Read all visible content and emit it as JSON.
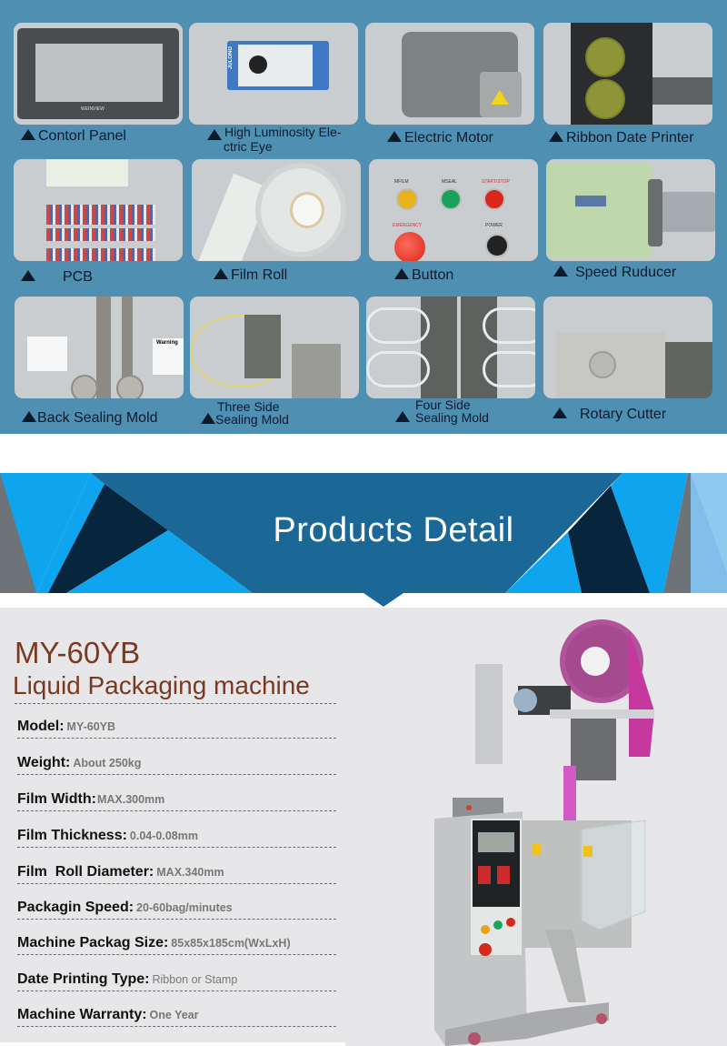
{
  "parts_section": {
    "background": "#4f8fb2",
    "items": [
      {
        "id": "control-panel",
        "caption": "Contorl Panel",
        "photo_text": "WEINVIEW"
      },
      {
        "id": "electric-eye",
        "caption_line1": "High Luminosity Ele-",
        "caption_line2": "ctric Eye",
        "photo_text": "JULONG"
      },
      {
        "id": "electric-motor",
        "caption": "Electric Motor"
      },
      {
        "id": "ribbon-date-printer",
        "caption": "Ribbon Date Printer"
      },
      {
        "id": "pcb",
        "caption": "PCB"
      },
      {
        "id": "film-roll",
        "caption": "Film Roll"
      },
      {
        "id": "button",
        "caption": "Button",
        "photo_labels": {
          "mfilm": "MFILM",
          "mseal": "MSEAL",
          "startstop": "START/STOP",
          "emergency": "EMERGENCY",
          "power": "POWER"
        }
      },
      {
        "id": "speed-reducer",
        "caption": "Speed Ruducer"
      },
      {
        "id": "back-sealing-mold",
        "caption": "Back Sealing Mold",
        "photo_text": "Warning"
      },
      {
        "id": "three-side-sealing-mold",
        "caption_line1": "Three Side",
        "caption_line2": "Sealing Mold"
      },
      {
        "id": "four-side-sealing-mold",
        "caption_line1": "Four Side",
        "caption_line2": "Sealing Mold"
      },
      {
        "id": "rotary-cutter",
        "caption": "Rotary Cutter"
      }
    ]
  },
  "banner": {
    "title": "Products Detail",
    "colors": {
      "main": "#1b6796",
      "light": "#0ea5ee",
      "dark": "#07263d",
      "gray": "#6d7377",
      "pale": "#8ecaf0"
    }
  },
  "product": {
    "model": "MY-60YB",
    "name": "Liquid Packaging machine",
    "title_color": "#7a3a22",
    "specs": [
      {
        "label": "Model:",
        "value": "MY-60YB"
      },
      {
        "label": "Weight:",
        "value": "About 250kg"
      },
      {
        "label": "Film Width:",
        "value": "MAX.300mm"
      },
      {
        "label": "Film Thickness:",
        "value": "0.04-0.08mm"
      },
      {
        "label": "Film  Roll Diameter:",
        "value": "MAX.340mm"
      },
      {
        "label": "Packagin Speed:",
        "value": "20-60bag/minutes"
      },
      {
        "label": "Machine Packag Size:",
        "value": "85x85x185cm(WxLxH)"
      },
      {
        "label": "Date Printing Type:",
        "value": "Ribbon or Stamp"
      },
      {
        "label": "Machine Warranty:",
        "value": "One Year"
      }
    ]
  }
}
